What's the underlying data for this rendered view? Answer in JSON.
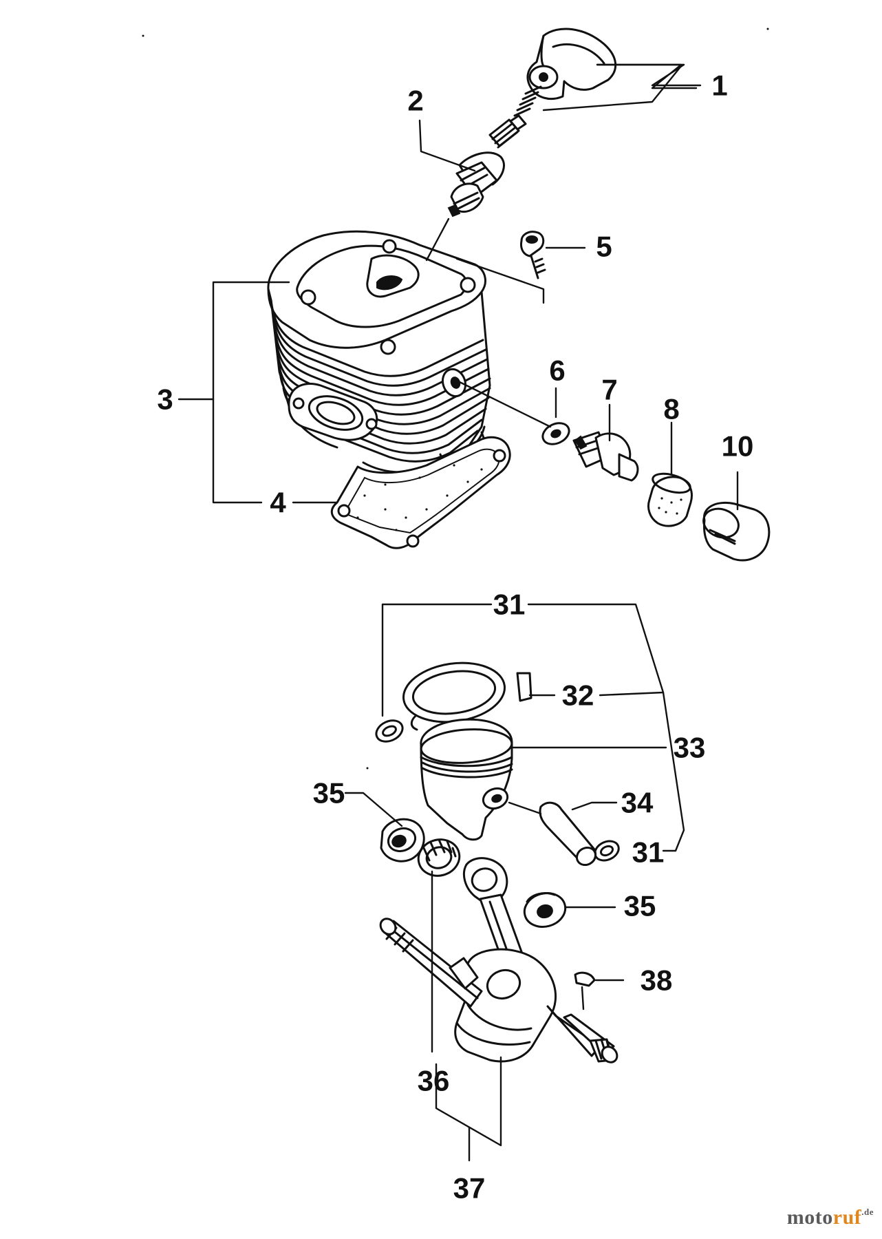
{
  "callouts": [
    {
      "id": "c1",
      "label": "1"
    },
    {
      "id": "c2",
      "label": "2"
    },
    {
      "id": "c3",
      "label": "3"
    },
    {
      "id": "c4",
      "label": "4"
    },
    {
      "id": "c5",
      "label": "5"
    },
    {
      "id": "c6",
      "label": "6"
    },
    {
      "id": "c7",
      "label": "7"
    },
    {
      "id": "c8",
      "label": "8"
    },
    {
      "id": "c10",
      "label": "10"
    },
    {
      "id": "c31a",
      "label": "31"
    },
    {
      "id": "c31b",
      "label": "31"
    },
    {
      "id": "c32",
      "label": "32"
    },
    {
      "id": "c33",
      "label": "33"
    },
    {
      "id": "c34",
      "label": "34"
    },
    {
      "id": "c35a",
      "label": "35"
    },
    {
      "id": "c35b",
      "label": "35"
    },
    {
      "id": "c36",
      "label": "36"
    },
    {
      "id": "c37",
      "label": "37"
    },
    {
      "id": "c38",
      "label": "38"
    }
  ],
  "watermark": {
    "part1": "moto",
    "part2": "ruf",
    "suffix": ".de"
  }
}
